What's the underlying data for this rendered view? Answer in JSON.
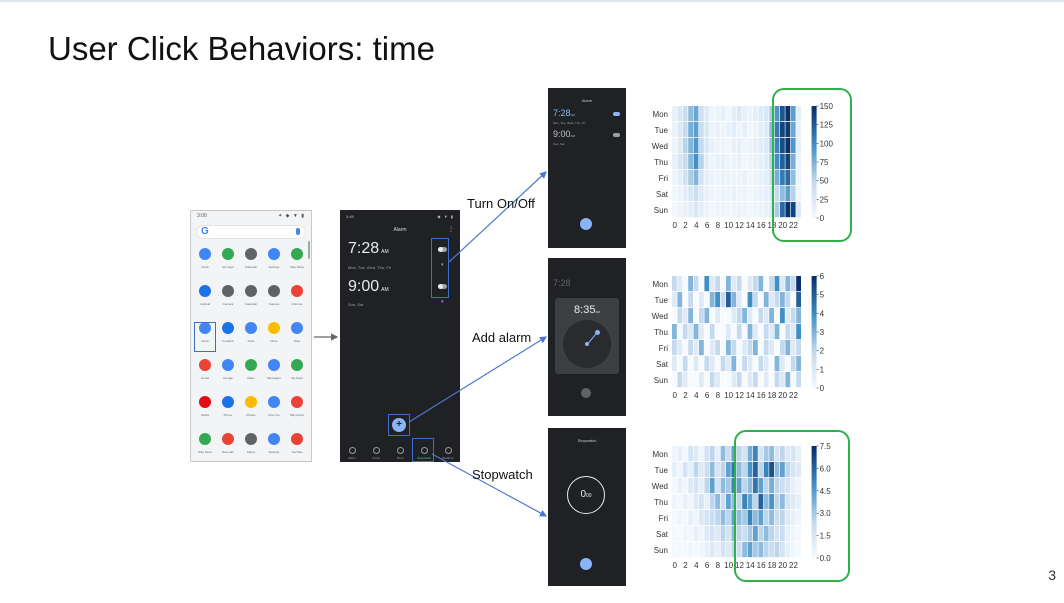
{
  "slide": {
    "title": "User Click Behaviors: time",
    "page_number": "3"
  },
  "actions": [
    {
      "label": "Turn On/Off"
    },
    {
      "label": "Add alarm"
    },
    {
      "label": "Stopwatch"
    }
  ],
  "drawer_phone": {
    "status_time": "3:00",
    "status_icons": "✦ ◆ ▼ ▮",
    "search_logo": "G",
    "rows": [
      [
        {
          "label": "Clock",
          "color": "#4285f4"
        },
        {
          "label": "My Apps",
          "color": "#34a853"
        },
        {
          "label": "Calendar",
          "color": "#5f6368"
        },
        {
          "label": "Settings",
          "color": "#4285f4"
        },
        {
          "label": "Play Store",
          "color": "#34a853"
        }
      ],
      [
        {
          "label": "Android",
          "color": "#1a73e8"
        },
        {
          "label": "Camera",
          "color": "#5f6368"
        },
        {
          "label": "Calendar",
          "color": "#5f6368"
        },
        {
          "label": "Camera",
          "color": "#5f6368"
        },
        {
          "label": "Chrome",
          "color": "#ea4335"
        }
      ],
      [
        {
          "label": "Clock",
          "color": "#4285f4"
        },
        {
          "label": "Contacts",
          "color": "#1a73e8"
        },
        {
          "label": "Docs",
          "color": "#4285f4"
        },
        {
          "label": "Drive",
          "color": "#fbbc04"
        },
        {
          "label": "Files",
          "color": "#4285f4"
        }
      ],
      [
        {
          "label": "Gmail",
          "color": "#ea4335"
        },
        {
          "label": "Google",
          "color": "#4285f4"
        },
        {
          "label": "Maps",
          "color": "#34a853"
        },
        {
          "label": "Messages",
          "color": "#4285f4"
        },
        {
          "label": "My Apps",
          "color": "#34a853"
        }
      ],
      [
        {
          "label": "Netflix",
          "color": "#e50914"
        },
        {
          "label": "Phone",
          "color": "#1a73e8"
        },
        {
          "label": "Photos",
          "color": "#fbbc04"
        },
        {
          "label": "Find You",
          "color": "#4285f4"
        },
        {
          "label": "Play Music",
          "color": "#ea4335"
        }
      ],
      [
        {
          "label": "Play Store",
          "color": "#34a853"
        },
        {
          "label": "Recorder",
          "color": "#ea4335"
        },
        {
          "label": "Safety",
          "color": "#5f6368"
        },
        {
          "label": "Settings",
          "color": "#4285f4"
        },
        {
          "label": "YouTube",
          "color": "#ea4335"
        }
      ]
    ]
  },
  "alarm_screen": {
    "status_time": "3:45",
    "status_icons": "◆ ▼ ▮",
    "title": "Alarm",
    "menu": "⋮",
    "alarms": [
      {
        "time": "7:28",
        "ampm": "AM",
        "days": "Mon, Tue, Wed, Thu, Fri"
      },
      {
        "time": "9:00",
        "ampm": "AM",
        "days": "Sun, Sat"
      }
    ],
    "fab": "+",
    "tabs": [
      "Alarm",
      "Clock",
      "Timer",
      "Stopwatch",
      "Bedtime"
    ]
  },
  "small_screens": {
    "alarm_list": {
      "title": "Alarm",
      "alarms": [
        {
          "time": "7:28",
          "ampm": "AM",
          "days": "Mon, Tue, Wed, Thu, Fri"
        },
        {
          "time": "9:00",
          "ampm": "AM",
          "days": "Sun, Sat"
        }
      ]
    },
    "add_alarm": {
      "bg_time": "7:28",
      "picker_time": "8:35",
      "picker_ampm": "AM"
    },
    "stopwatch": {
      "title": "Stopwatch",
      "value": "0",
      "value_small": "00"
    }
  },
  "colors": {
    "heatmap_max": "#08306b",
    "heatmap_min": "#f7fbff",
    "highlight_blue": "#3b6fc9",
    "green_box": "#2db24b"
  },
  "chart_data": [
    {
      "type": "heatmap",
      "rows": [
        "Mon",
        "Tue",
        "Wed",
        "Thu",
        "Fri",
        "Sat",
        "Sun"
      ],
      "x_ticks": [
        "0",
        "2",
        "4",
        "6",
        "8",
        "10",
        "12",
        "14",
        "16",
        "18",
        "20",
        "22"
      ],
      "colorbar_ticks": [
        "150",
        "125",
        "100",
        "75",
        "50",
        "25",
        "0"
      ],
      "vmin": 0,
      "vmax": 150,
      "values": [
        [
          15,
          30,
          45,
          70,
          85,
          40,
          25,
          10,
          12,
          18,
          8,
          20,
          28,
          15,
          10,
          18,
          25,
          30,
          60,
          95,
          130,
          150,
          90,
          20
        ],
        [
          12,
          28,
          50,
          80,
          90,
          45,
          30,
          12,
          15,
          10,
          14,
          22,
          12,
          18,
          8,
          12,
          20,
          25,
          70,
          110,
          140,
          145,
          85,
          15
        ],
        [
          10,
          25,
          55,
          75,
          95,
          50,
          28,
          15,
          10,
          12,
          8,
          15,
          18,
          10,
          12,
          15,
          22,
          28,
          65,
          105,
          135,
          150,
          95,
          18
        ],
        [
          14,
          32,
          48,
          72,
          100,
          55,
          20,
          10,
          14,
          16,
          10,
          12,
          15,
          8,
          10,
          14,
          18,
          24,
          55,
          100,
          125,
          140,
          80,
          12
        ],
        [
          10,
          20,
          40,
          60,
          75,
          35,
          18,
          12,
          10,
          14,
          12,
          10,
          12,
          15,
          8,
          10,
          16,
          20,
          45,
          80,
          110,
          120,
          70,
          10
        ],
        [
          8,
          12,
          20,
          30,
          45,
          25,
          15,
          10,
          8,
          12,
          10,
          14,
          10,
          12,
          8,
          12,
          14,
          18,
          30,
          50,
          70,
          90,
          55,
          8
        ],
        [
          6,
          10,
          15,
          20,
          30,
          18,
          12,
          8,
          10,
          12,
          8,
          10,
          12,
          10,
          8,
          10,
          12,
          16,
          25,
          60,
          120,
          150,
          140,
          30
        ]
      ]
    },
    {
      "type": "heatmap",
      "rows": [
        "Mon",
        "Tue",
        "Wed",
        "Thu",
        "Fri",
        "Sat",
        "Sun"
      ],
      "x_ticks": [
        "0",
        "2",
        "4",
        "6",
        "8",
        "10",
        "12",
        "14",
        "16",
        "18",
        "20",
        "22"
      ],
      "colorbar_ticks": [
        "6",
        "5",
        "4",
        "3",
        "2",
        "1",
        "0"
      ],
      "vmin": 0,
      "vmax": 6,
      "values": [
        [
          2,
          1,
          0,
          3,
          2,
          0,
          4,
          1,
          2,
          0,
          3,
          1,
          2,
          0,
          1,
          2,
          3,
          0,
          2,
          4,
          1,
          3,
          2,
          6
        ],
        [
          1,
          3,
          0,
          2,
          0,
          1,
          0,
          3,
          4,
          2,
          5,
          3,
          1,
          0,
          4,
          2,
          0,
          3,
          1,
          2,
          3,
          2,
          0,
          5
        ],
        [
          0,
          2,
          1,
          3,
          0,
          2,
          3,
          0,
          1,
          0,
          0,
          1,
          2,
          3,
          1,
          0,
          2,
          1,
          3,
          0,
          4,
          1,
          2,
          3
        ],
        [
          3,
          0,
          2,
          1,
          3,
          1,
          0,
          2,
          0,
          0,
          1,
          0,
          2,
          0,
          3,
          1,
          0,
          2,
          1,
          3,
          0,
          2,
          1,
          4
        ],
        [
          2,
          1,
          0,
          2,
          1,
          3,
          0,
          1,
          2,
          0,
          3,
          2,
          0,
          1,
          2,
          3,
          0,
          2,
          1,
          0,
          2,
          3,
          1,
          2
        ],
        [
          1,
          0,
          2,
          0,
          1,
          0,
          2,
          1,
          0,
          2,
          1,
          3,
          0,
          2,
          1,
          0,
          2,
          1,
          0,
          3,
          1,
          0,
          2,
          3
        ],
        [
          0,
          2,
          1,
          0,
          0,
          1,
          0,
          2,
          1,
          0,
          0,
          1,
          2,
          0,
          1,
          2,
          0,
          1,
          0,
          2,
          1,
          3,
          0,
          2
        ]
      ]
    },
    {
      "type": "heatmap",
      "rows": [
        "Mon",
        "Tue",
        "Wed",
        "Thu",
        "Fri",
        "Sat",
        "Sun"
      ],
      "x_ticks": [
        "0",
        "2",
        "4",
        "6",
        "8",
        "10",
        "12",
        "14",
        "16",
        "18",
        "20",
        "22"
      ],
      "colorbar_ticks": [
        "7.5",
        "6.0",
        "4.5",
        "3.0",
        "1.5",
        "0.0"
      ],
      "vmin": 0,
      "vmax": 8.5,
      "values": [
        [
          0.5,
          1,
          0.3,
          2,
          1.5,
          0.5,
          2,
          3,
          1,
          4,
          2.5,
          5,
          3,
          2,
          4.5,
          6,
          2,
          3.5,
          4,
          2,
          3,
          1.5,
          2,
          1
        ],
        [
          1,
          0.5,
          2,
          1,
          3,
          1.5,
          2.5,
          4,
          2,
          3,
          5,
          6.5,
          4,
          3,
          5.5,
          7,
          3,
          6,
          7.5,
          4,
          5,
          3,
          2,
          1.5
        ],
        [
          0.3,
          1,
          0.5,
          1.5,
          2,
          1,
          3,
          5,
          2,
          4,
          3.5,
          6,
          5,
          3,
          4,
          6.5,
          5,
          3,
          4.5,
          3,
          2.5,
          2,
          1,
          0.5
        ],
        [
          0.5,
          0.3,
          1,
          0.5,
          1.5,
          2,
          1,
          3,
          4,
          2.5,
          5,
          4,
          3,
          6,
          5,
          3,
          7,
          4,
          5.5,
          3,
          4,
          2,
          1.5,
          1
        ],
        [
          0.2,
          0.5,
          0.3,
          1,
          0.5,
          1.5,
          2,
          2.5,
          3,
          4,
          3,
          5,
          4,
          3.5,
          6,
          4,
          5,
          3,
          4,
          2.5,
          3,
          1.5,
          1,
          0.5
        ],
        [
          0.3,
          0.2,
          0.5,
          0.3,
          1,
          0.5,
          1.5,
          2,
          1.5,
          3,
          2,
          4,
          3,
          2.5,
          3.5,
          5,
          3,
          4,
          3,
          2,
          2.5,
          1,
          0.5,
          0.3
        ],
        [
          0.2,
          0.3,
          0.2,
          0.5,
          0.3,
          0.5,
          1,
          1.5,
          1,
          2,
          1.5,
          3,
          2.5,
          4,
          5,
          3.5,
          4,
          3,
          2.5,
          3,
          2,
          1,
          0.5,
          0.3
        ]
      ]
    }
  ]
}
